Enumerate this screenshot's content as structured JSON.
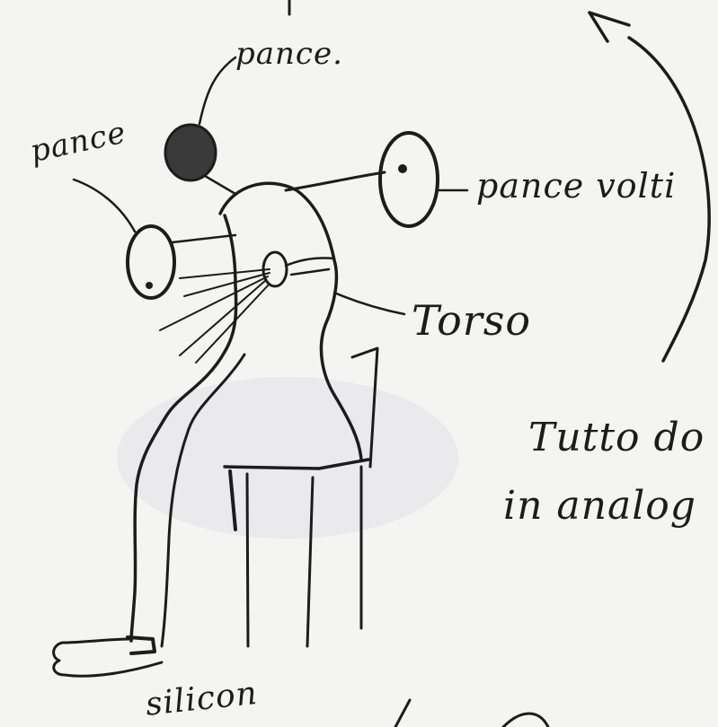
{
  "labels": {
    "top": "pance.",
    "left": "pance",
    "right": "pance volti",
    "torso": "Torso",
    "note_line1": "Tutto do",
    "note_line2": "in analog",
    "foot": "silicon"
  }
}
